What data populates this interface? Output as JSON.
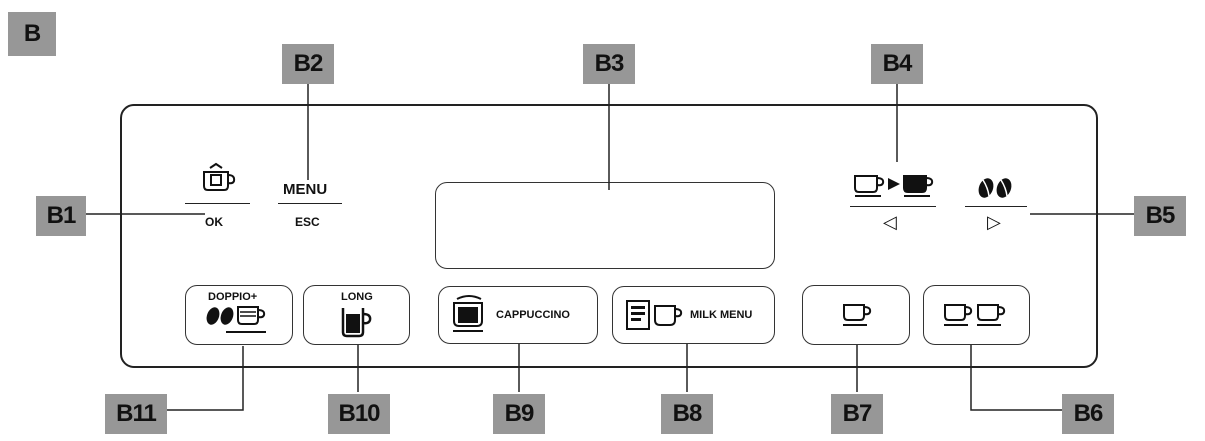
{
  "figure_tag": "B",
  "callouts": {
    "b1": "B1",
    "b2": "B2",
    "b3": "B3",
    "b4": "B4",
    "b5": "B5",
    "b6": "B6",
    "b7": "B7",
    "b8": "B8",
    "b9": "B9",
    "b10": "B10",
    "b11": "B11"
  },
  "controls": {
    "ok_label": "OK",
    "menu_label": "MENU",
    "esc_label": "ESC",
    "left_arrow": "◁",
    "right_arrow": "▷",
    "doppio_label": "DOPPIO+",
    "long_label": "LONG",
    "cappuccino_label": "CAPPUCCINO",
    "milk_menu_label": "MILK MENU"
  },
  "icons": {
    "b1": "hot-water-cup-icon",
    "b4": "cup-strength-icon",
    "b5": "coffee-beans-icon",
    "b6": "two-cups-icon",
    "b7": "single-cup-icon",
    "b8": "milk-menu-icon",
    "b9": "cappuccino-cup-icon",
    "b10": "long-coffee-icon",
    "b11": "doppio-beans-cup-icon"
  },
  "colors": {
    "tag_bg": "#979797",
    "line": "#222222"
  }
}
